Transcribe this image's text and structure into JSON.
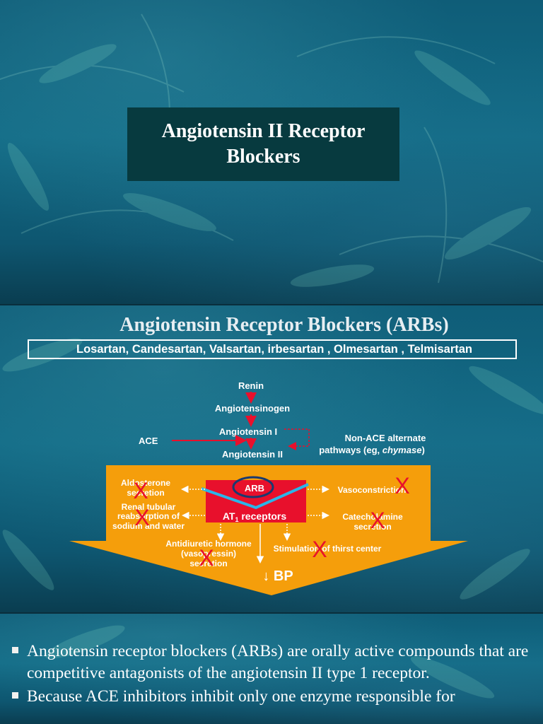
{
  "slide1": {
    "title_line1": "Angiotensin II Receptor",
    "title_line2": "Blockers"
  },
  "slide2": {
    "title": "Angiotensin Receptor Blockers (ARBs)",
    "drugs": "Losartan, Candesartan,  Valsartan, irbesartan , Olmesartan , Telmisartan",
    "diagram": {
      "renin": "Renin",
      "angiotensinogen": "Angiotensinogen",
      "angiotensin_i": "Angiotensin I",
      "angiotensin_ii": "Angiotensin II",
      "ace": "ACE",
      "non_ace_line1": "Non-ACE alternate",
      "non_ace_line2_prefix": "pathways (eg, ",
      "non_ace_line2_italic": "chymase",
      "non_ace_line2_suffix": ")",
      "arb": "ARB",
      "at1_prefix": "AT",
      "at1_sub": "1",
      "at1_suffix": " receptors",
      "aldosterone_line1": "Aldosterone",
      "aldosterone_line2": "secretion",
      "renal_line1": "Renal tubular",
      "renal_line2": "reabsorption of",
      "renal_line3": "sodium and water",
      "adh_line1": "Antidiuretic hormone",
      "adh_line2": "(vasopressin)",
      "adh_line3": "secretion",
      "vasoconstriction": "Vasoconstriction",
      "catecholamine_line1": "Catecholamine",
      "catecholamine_line2": "secretion",
      "thirst": "Stimulation of thirst center",
      "bp": "↓ BP",
      "block_mark": "X"
    },
    "colors": {
      "arrow_fill": "#f59e0b",
      "receptor_red": "#e8102c",
      "block_x": "#e8102c",
      "arb_line": "#2bb5e8"
    }
  },
  "slide3": {
    "bullets": [
      "Angiotensin receptor blockers (ARBs) are orally active compounds that are competitive antagonists of the angiotensin II type 1 receptor.",
      " Because ACE inhibitors inhibit only one enzyme responsible for"
    ]
  }
}
